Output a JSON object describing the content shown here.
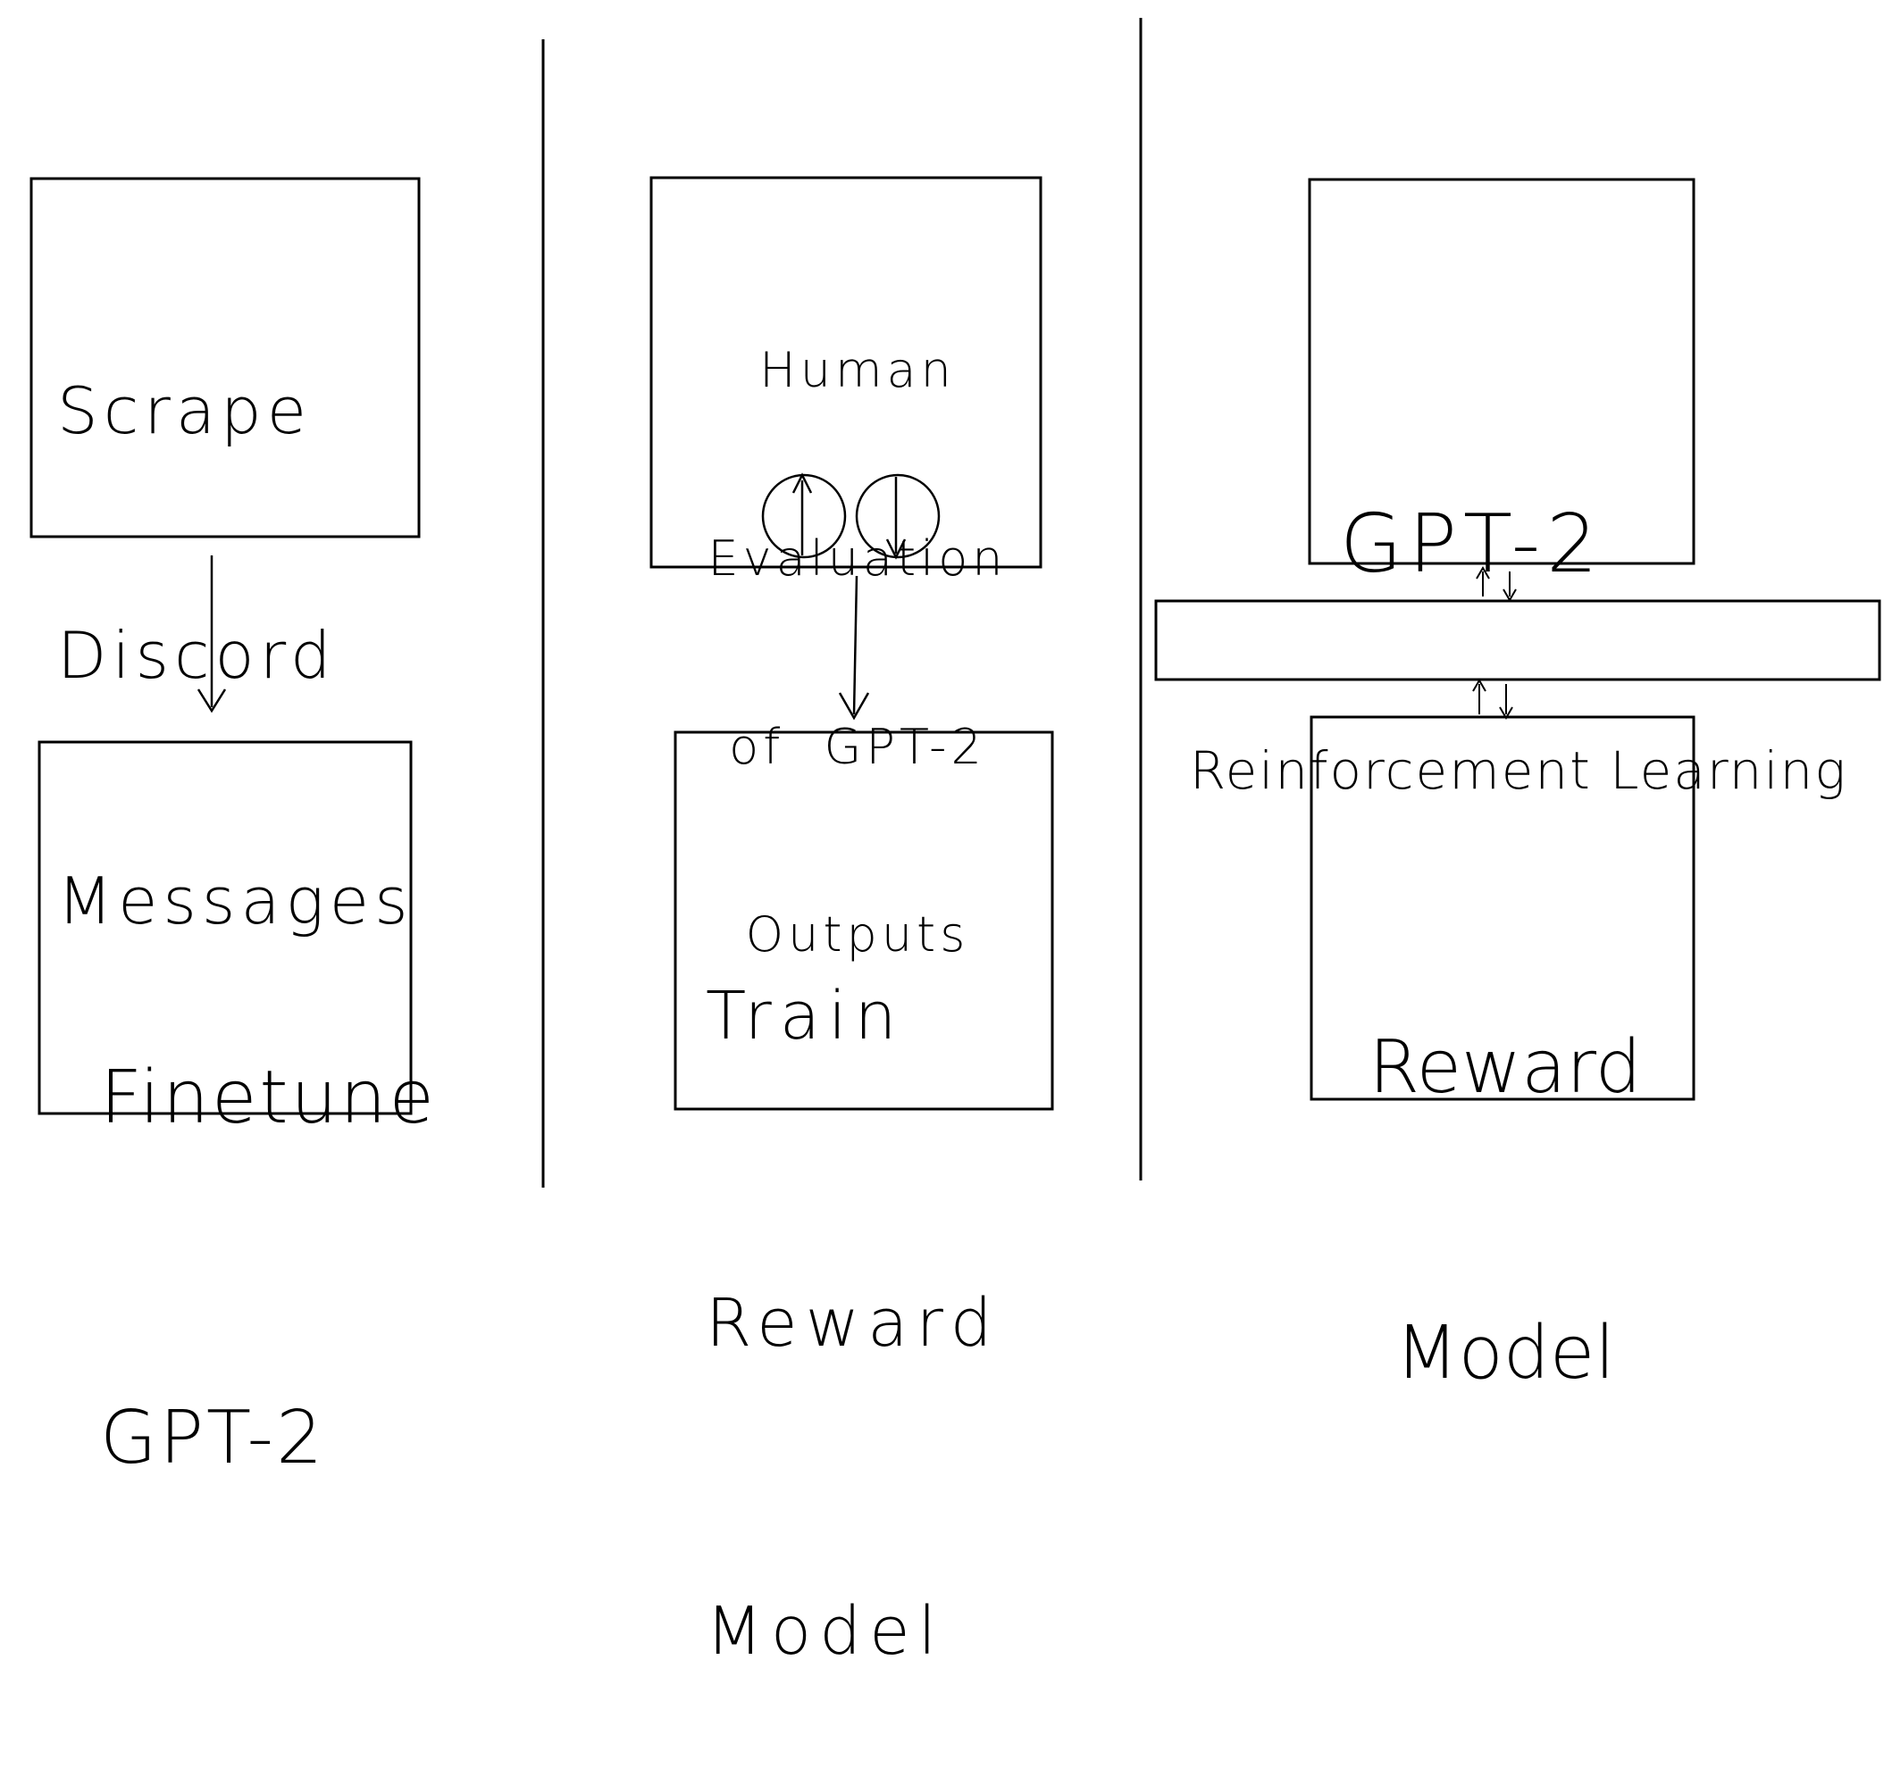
{
  "boxes": {
    "scrape": {
      "lines": [
        "Scrape",
        "Discord",
        "Messages"
      ]
    },
    "finetune": {
      "lines": [
        "Finetune",
        "GPT-2"
      ]
    },
    "human_eval": {
      "lines": [
        "Human",
        "Evaluation",
        "of  GPT-2",
        "Outputs"
      ]
    },
    "train": {
      "lines": [
        "Train",
        "Reward",
        "Model"
      ]
    },
    "gpt2": {
      "lines": [
        "GPT-2"
      ]
    },
    "rl": {
      "lines": [
        "Reinforcement Learning"
      ]
    },
    "reward": {
      "lines": [
        "Reward",
        "Model"
      ]
    }
  },
  "icons": {
    "thumbs_up": "up-arrow-circle-icon",
    "thumbs_down": "down-arrow-circle-icon"
  },
  "colors": {
    "stroke": "#000000",
    "background": "#ffffff"
  }
}
